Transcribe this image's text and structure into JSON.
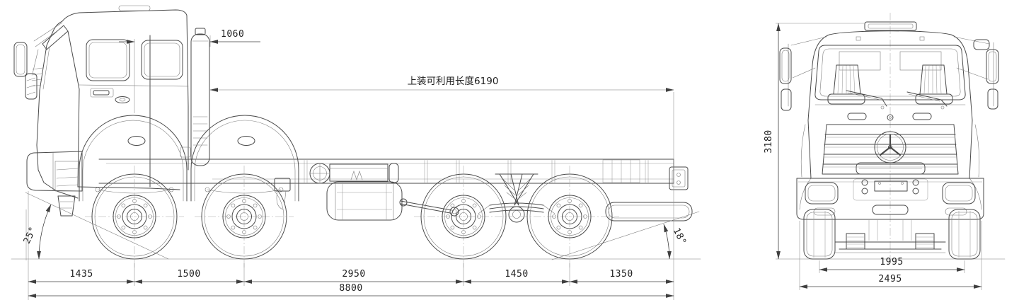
{
  "colors": {
    "background": "#ffffff",
    "drawing_line": "#4a4a4a",
    "dimension_line": "#3f3f3f",
    "faint_line": "#b8b8b8",
    "text": "#1d1d1d"
  },
  "side_view": {
    "label_cab_rear_to_axle": "1060",
    "label_usable_length": "上装可利用长度6190",
    "chain": [
      "1435",
      "1500",
      "2950",
      "1450",
      "1350"
    ],
    "label_total_length": "8800",
    "label_approach_angle": "25°",
    "label_departure_angle": "18°"
  },
  "front_view": {
    "label_height": "3180",
    "label_track": "1995",
    "label_width": "2495"
  }
}
